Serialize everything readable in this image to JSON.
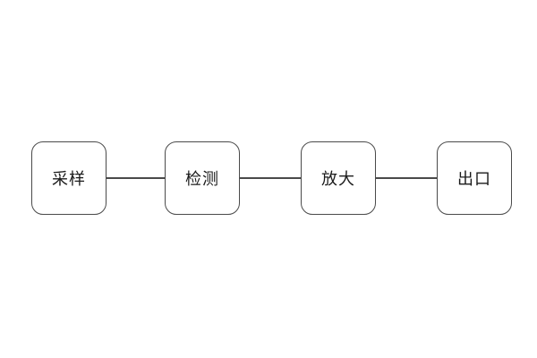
{
  "diagram": {
    "type": "flowchart",
    "direction": "left-to-right",
    "nodes": [
      {
        "id": "sampling",
        "label": "采样"
      },
      {
        "id": "detection",
        "label": "检测"
      },
      {
        "id": "amplification",
        "label": "放大"
      },
      {
        "id": "outlet",
        "label": "出口"
      }
    ],
    "edges": [
      {
        "from": "sampling",
        "to": "detection"
      },
      {
        "from": "detection",
        "to": "amplification"
      },
      {
        "from": "amplification",
        "to": "outlet"
      }
    ],
    "colors": {
      "node_border": "#4a4a4a",
      "edge_line": "#4a4a4a",
      "node_fill": "#ffffff",
      "text": "#1a1a1a",
      "background": "#ffffff"
    }
  }
}
